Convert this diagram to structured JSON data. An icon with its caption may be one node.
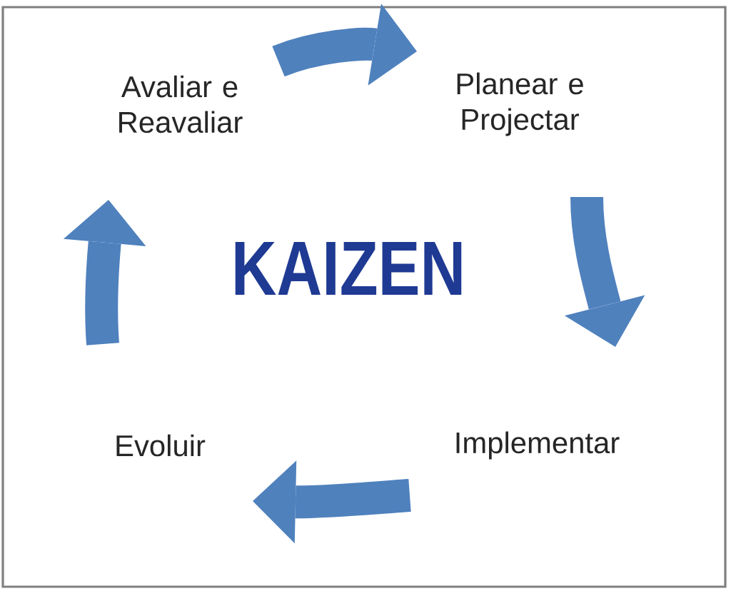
{
  "diagram": {
    "title": "KAIZEN",
    "nodes": [
      {
        "text": [
          "Avaliar e Reavaliar"
        ]
      },
      {
        "text": [
          "Planear e Projectar"
        ]
      },
      {
        "text": [
          "Evoluir"
        ]
      },
      {
        "text": [
          "Implementar"
        ]
      }
    ],
    "edges": [
      {
        "from": 0,
        "to": 1,
        "arrow": "to"
      },
      {
        "from": 1,
        "to": 3,
        "arrow": "to"
      },
      {
        "from": 3,
        "to": 2,
        "arrow": "to"
      },
      {
        "from": 2,
        "to": 0,
        "arrow": "to"
      }
    ]
  }
}
